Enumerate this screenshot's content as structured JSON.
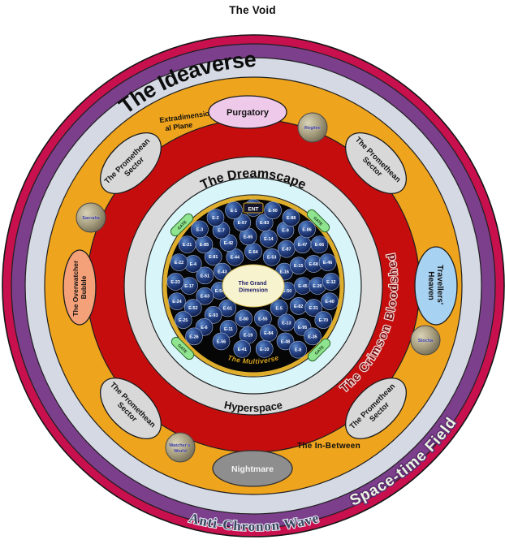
{
  "page_title": "The Void",
  "layers": {
    "ideaverse": "The Ideaverse",
    "space_time_field": "Space-time Field",
    "anti_chronon_wave": "Anti-Chronon Wave",
    "extradimensional_plane": {
      "line1": "Extradimension-",
      "line2": "al Plane"
    },
    "crimson_bloodshed": "The Crimson Bloodshed",
    "in_between": "The In-Between",
    "hyperspace": "Hyperspace",
    "dreamscape": "The Dreamscape",
    "multiverse": "The Multiverse",
    "grand_dimension": {
      "line1": "The Grand",
      "line2": "Dimension"
    }
  },
  "regions": {
    "purgatory": "Purgatory",
    "promethean_sector": {
      "line1": "The Promethean",
      "line2": "Sector"
    },
    "overwatcher_bubble": {
      "line1": "The Overwatcher",
      "line2": "Bubble"
    },
    "travellers_heaven": {
      "line1": "Travellers'",
      "line2": "Heaven"
    },
    "nightmare": "Nightmare",
    "gate": "GATE",
    "ent": "ENT"
  },
  "worlds": {
    "sacralia": "Sacralia",
    "regilee": "Regilee",
    "stoclia": "Stoclia",
    "watchers_world": {
      "line1": "Watcher's",
      "line2": "World"
    }
  },
  "multiverse_globes": {
    "rings": [
      {
        "r": 42,
        "count": 11,
        "start": 90
      },
      {
        "r": 61,
        "count": 15,
        "start": 72
      },
      {
        "r": 79,
        "count": 18,
        "start": 60
      },
      {
        "r": 96,
        "count": 20,
        "start": -55,
        "span": 290
      }
    ],
    "labels": [
      "E-64",
      "E-44",
      "E-43",
      "E-54",
      "E-61",
      "E-80",
      "E-55",
      "E-5",
      "E-50",
      "E-16",
      "E-53",
      "E-14",
      "E-65",
      "E-42",
      "E-81",
      "E-51",
      "E-63",
      "E-93",
      "E-11",
      "E-19",
      "E-84",
      "E-13",
      "E-82",
      "E-45",
      "E-15",
      "E-87",
      "E-9",
      "E-83",
      "E-67",
      "E-7",
      "E-85",
      "E-4",
      "E-17",
      "E-52",
      "E-6",
      "E-56",
      "E-41",
      "E-10",
      "E-48",
      "E-95",
      "E-31",
      "E-20",
      "E-68",
      "E-47",
      "E-8",
      "E-35",
      "E-70",
      "E-40",
      "E-12",
      "E-46",
      "E-66",
      "E-86",
      "E-88",
      "E-90",
      "E-94",
      "E-1",
      "E-2",
      "E-3",
      "E-21",
      "E-22",
      "E-23",
      "E-24",
      "E-25",
      "E-26"
    ]
  },
  "colors": {
    "void_background": "#ffffff",
    "anti_chronon_ring": "#C8104E",
    "space_time_ring": "#7C3F8C",
    "ideaverse_ring": "#D4D9E3",
    "extradimensional_ring": "#EFA41D",
    "crimson_ring": "#C60D0D",
    "hyperspace_ring": "#DBDBDB",
    "dreamscape_ring": "#D8F6FA",
    "multiverse_rim": "#DFAE2C",
    "multiverse_background": "#060606",
    "purgatory_fill": "#EFC9E9",
    "promethean_fill": "#D8D8D8",
    "overwatcher_fill": "#F4A078",
    "travellers_fill": "#A8D2F2",
    "nightmare_fill": "#8E8E8E",
    "gate_fill": "#8FE48F",
    "grand_dimension_fill": "#F8F3CF"
  }
}
